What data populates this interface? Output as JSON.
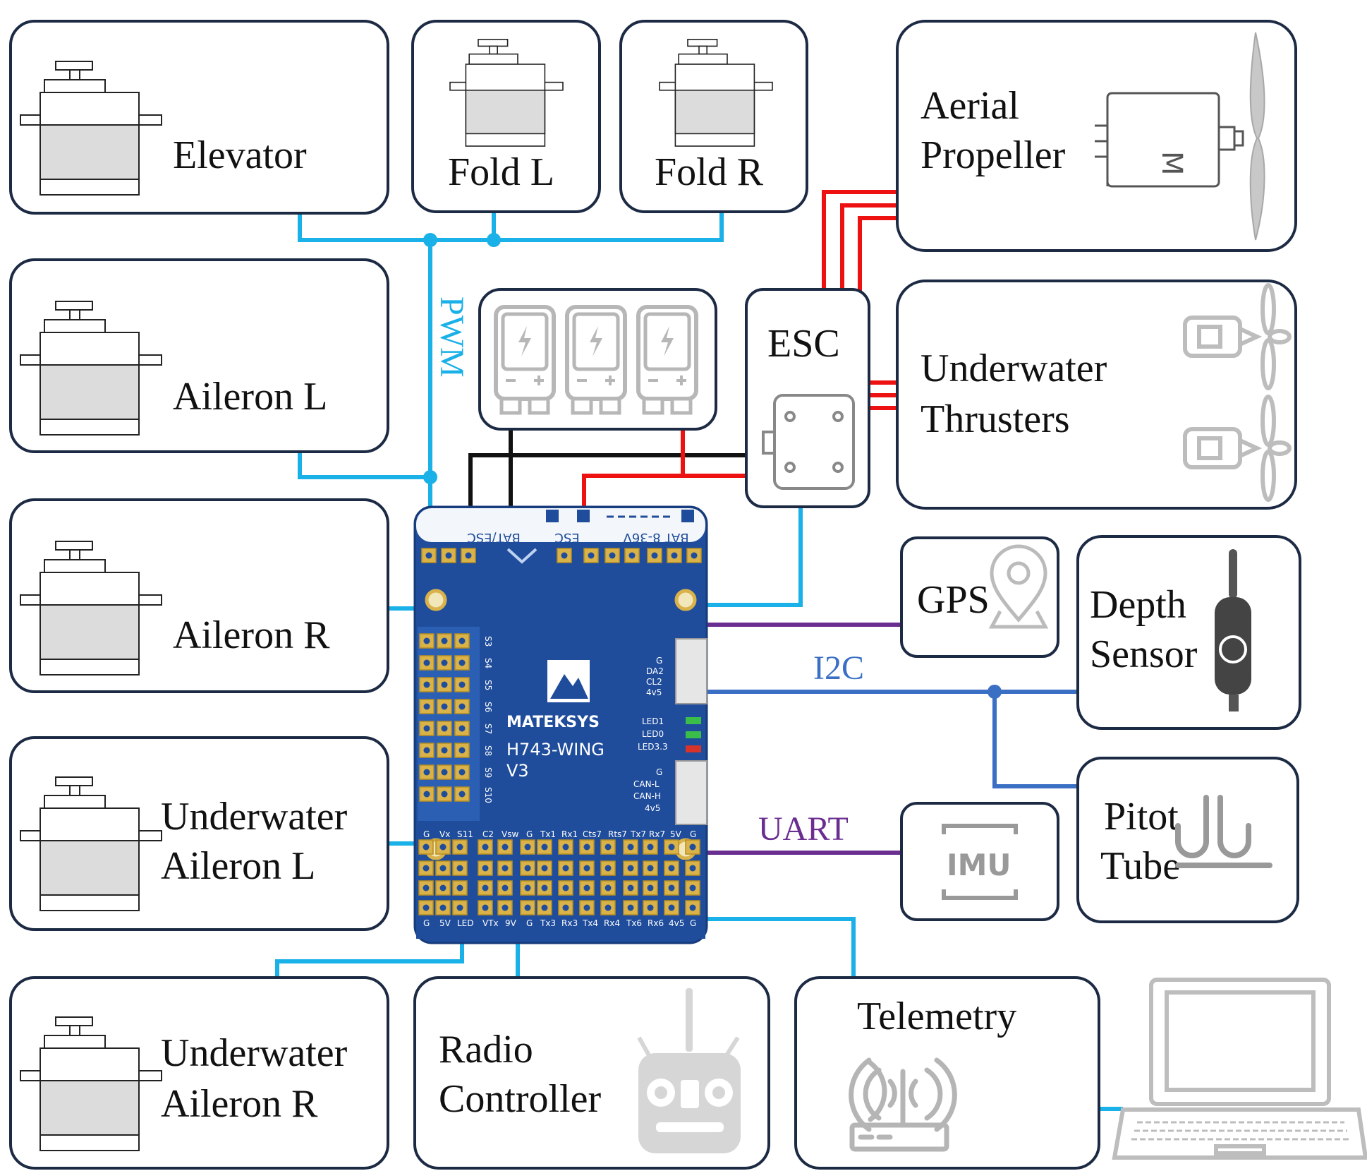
{
  "components": {
    "elevator": "Elevator",
    "fold_l": "Fold L",
    "fold_r": "Fold R",
    "aerial_propeller": [
      "Aerial",
      "Propeller"
    ],
    "aileron_l": "Aileron L",
    "aileron_r": "Aileron R",
    "underwater_aileron_l": [
      "Underwater",
      "Aileron L"
    ],
    "underwater_aileron_r": [
      "Underwater",
      "Aileron R"
    ],
    "esc": "ESC",
    "underwater_thrusters": [
      "Underwater",
      "Thrusters"
    ],
    "gps": "GPS",
    "depth_sensor": [
      "Depth",
      "Sensor"
    ],
    "pitot_tube": [
      "Pitot",
      "Tube"
    ],
    "imu": "IMU",
    "radio_controller": [
      "Radio",
      "Controller"
    ],
    "telemetry": "Telemetry"
  },
  "buses": {
    "pwm": "PWM",
    "i2c": "I2C",
    "uart": "UART"
  },
  "board": {
    "brand": "MATEKSYS",
    "model": "H743-WING",
    "version": "V3",
    "power_label": "BAT 8-36V",
    "esc_label": "ESC",
    "bat_esc_label": "BAT/ESC",
    "servo_pins": [
      "S3",
      "S4",
      "S5",
      "S6",
      "S7",
      "S8",
      "S9",
      "S10"
    ],
    "i2c_pins": [
      "G",
      "DA2",
      "CL2",
      "4v5"
    ],
    "led_pins": [
      "LED1",
      "LED0",
      "LED3.3"
    ],
    "can_pins": [
      "G",
      "CAN-L",
      "CAN-H",
      "4v5"
    ],
    "bottom_header_1": [
      "G",
      "Vx",
      "S11",
      "C2",
      "Vsw",
      "G",
      "Tx1",
      "Rx1",
      "Cts7",
      "Rts7",
      "Tx7",
      "Rx7",
      "5V",
      "G"
    ],
    "bottom_header_2": [
      "G",
      "5V",
      "LED",
      "VTx",
      "9V",
      "G",
      "Tx3",
      "Rx3",
      "Tx4",
      "Rx4",
      "Tx6",
      "Rx6",
      "4v5",
      "G"
    ]
  },
  "colors": {
    "pwm_line": "#1ab0e8",
    "power_positive": "#ee1111",
    "power_negative": "#111111",
    "i2c_line": "#3a6fc4",
    "uart_line": "#6a2d90",
    "box_border": "#1c2a44",
    "board_fill": "#1f4d9c",
    "i2c_text": "#3a6fc4",
    "uart_text": "#6a2d90",
    "pwm_text": "#1ab0e8"
  },
  "icons": [
    "servo-icon",
    "battery-icon",
    "motor-icon",
    "propeller-icon",
    "thruster-icon",
    "location-pin-icon",
    "depth-sensor-icon",
    "pitot-tube-icon",
    "imu-chip-icon",
    "radio-controller-icon",
    "router-icon",
    "laptop-icon",
    "mountain-logo-icon"
  ]
}
